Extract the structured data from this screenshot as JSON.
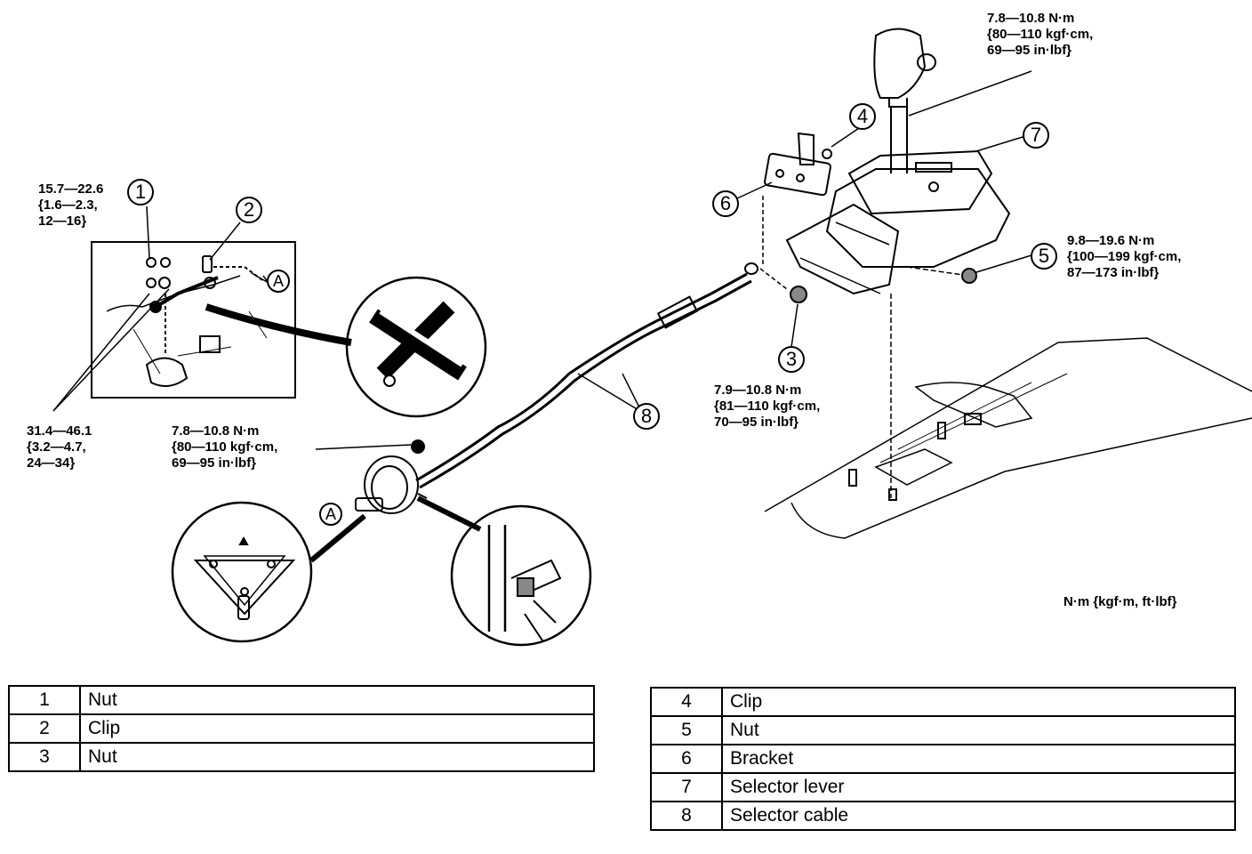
{
  "torque_specs": {
    "lever_nut": {
      "line1": "7.8—10.8 N·m",
      "line2": "{80—110 kgf·cm,",
      "line3": "69—95 in·lbf}"
    },
    "bracket_nut_5": {
      "line1": "9.8—19.6 N·m",
      "line2": "{100—199 kgf·cm,",
      "line3": "87—173 in·lbf}"
    },
    "nut_3": {
      "line1": "7.9—10.8 N·m",
      "line2": "{81—110 kgf·cm,",
      "line3": "70—95 in·lbf}"
    },
    "nut_1": {
      "line1": "15.7—22.6",
      "line2": "{1.6—2.3,",
      "line3": "12—16}"
    },
    "transaxle_bolt": {
      "line1": "31.4—46.1",
      "line2": "{3.2—4.7,",
      "line3": "24—34}"
    },
    "cable_bracket_bolt": {
      "line1": "7.8—10.8 N·m",
      "line2": "{80—110 kgf·cm,",
      "line3": "69—95 in·lbf}"
    }
  },
  "units_note": "N·m {kgf·m, ft·lbf}",
  "callouts": {
    "c1": "1",
    "c2": "2",
    "c3": "3",
    "c4": "4",
    "c5": "5",
    "c6": "6",
    "c7": "7",
    "c8": "8",
    "a_top": "A",
    "a_bottom": "A"
  },
  "parts_left": [
    {
      "num": "1",
      "name": "Nut"
    },
    {
      "num": "2",
      "name": "Clip"
    },
    {
      "num": "3",
      "name": "Nut"
    }
  ],
  "parts_right": [
    {
      "num": "4",
      "name": "Clip"
    },
    {
      "num": "5",
      "name": "Nut"
    },
    {
      "num": "6",
      "name": "Bracket"
    },
    {
      "num": "7",
      "name": "Selector lever"
    },
    {
      "num": "8",
      "name": "Selector cable"
    }
  ]
}
